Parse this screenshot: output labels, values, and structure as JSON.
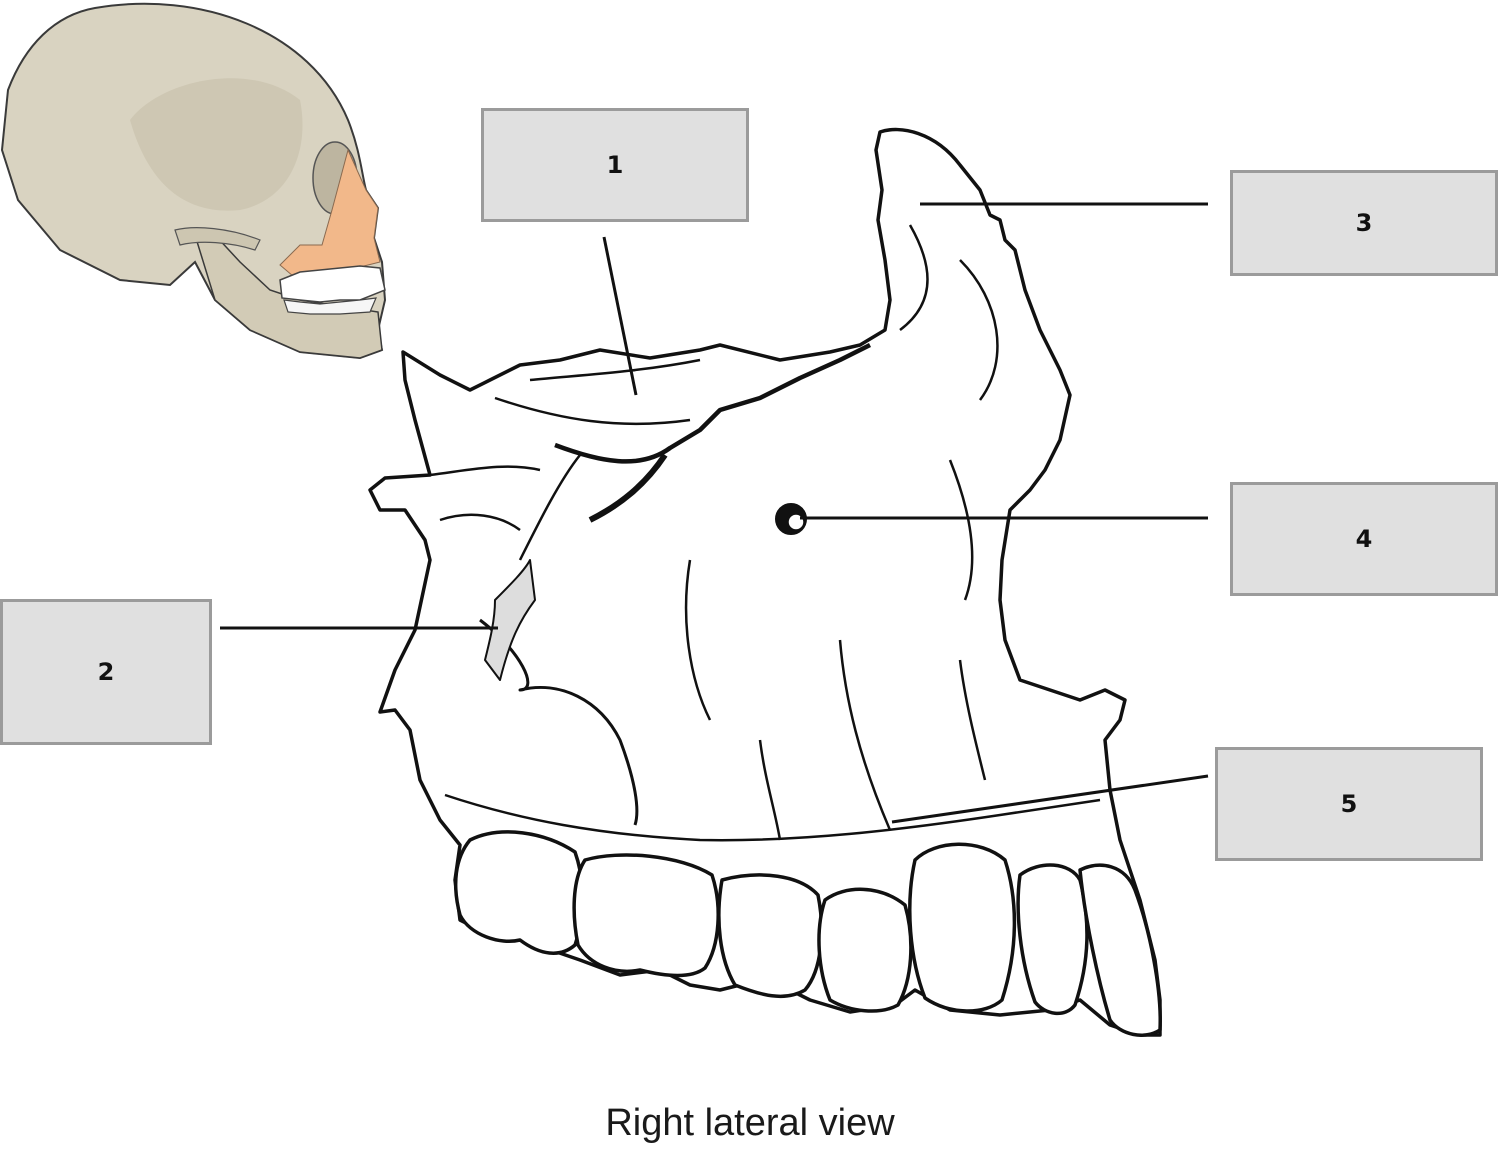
{
  "caption": "Right lateral view",
  "labels": [
    {
      "id": "1",
      "text": "1"
    },
    {
      "id": "2",
      "text": "2"
    },
    {
      "id": "3",
      "text": "3"
    },
    {
      "id": "4",
      "text": "4"
    },
    {
      "id": "5",
      "text": "5"
    }
  ],
  "colors": {
    "label_fill": "#e0e0e0",
    "label_border": "#9b9b9b",
    "skull_bone": "#d9d3c1",
    "maxilla_highlight": "#f2b88a",
    "outline": "#111111"
  }
}
